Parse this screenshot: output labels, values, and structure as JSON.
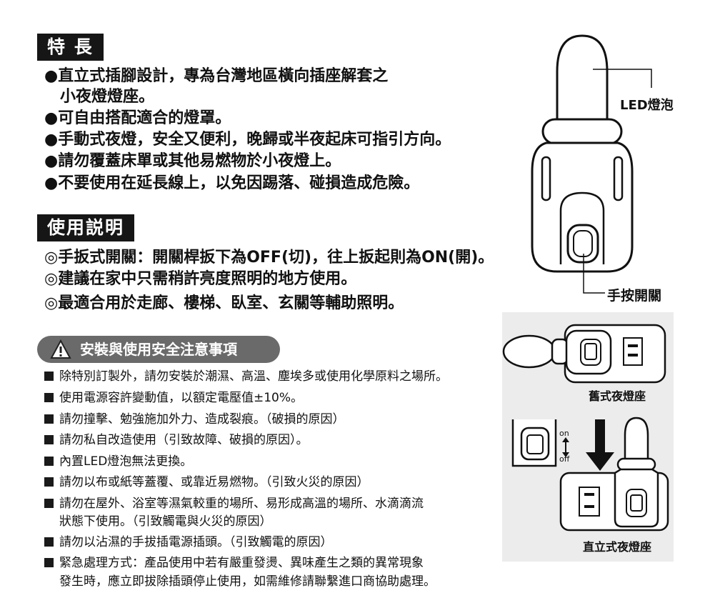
{
  "features": {
    "heading": "特 長",
    "items": [
      "●直立式插腳設計，專為台灣地區橫向插座解套之",
      "　小夜燈燈座。",
      "●可自由搭配適合的燈罩。",
      "●手動式夜燈，安全又便利，晚歸或半夜起床可指引方向。",
      "●請勿覆蓋床單或其他易燃物於小夜燈上。",
      "●不要使用在延長線上，以免因踢落、碰損造成危險。"
    ]
  },
  "usage": {
    "heading": "使用説明",
    "items": [
      "◎手扳式開關：開關桿扳下為OFF(切)，往上扳起則為ON(開)。",
      "◎建議在家中只需稍許亮度照明的地方使用。",
      "◎最適合用於走廊、樓梯、臥室、玄關等輔助照明。"
    ]
  },
  "safety": {
    "heading": "安裝與使用安全注意事項",
    "warning_icon": "warning-triangle-icon",
    "items": [
      "除特別訂製外，請勿安裝於潮濕、高溫、塵埃多或使用化學原料之場所。",
      "使用電源容許變動值，以額定電壓值±10%。",
      "請勿撞擊、勉強施加外力、造成裂痕。（破損的原因）",
      "請勿私自改造使用（引致故障、破損的原因）。",
      "內置LED燈泡無法更換。",
      "請勿以布或紙等蓋覆、或靠近易燃物。（引致火災的原因）",
      "請勿在屋外、浴室等濕氣較重的場所、易形成高溫的場所、水滴滴流",
      "狀態下使用。（引致觸電與火災的原因）",
      "請勿以沾濕的手拔插電源插頭。（引致觸電的原因）",
      "緊急處理方式：產品使用中若有嚴重發燙、異味產生之類的異常現象",
      "發生時，應立即拔除插頭停止使用，如需維修請聯繫進口商協助處理。"
    ]
  },
  "figure": {
    "led_label": "LED燈泡",
    "switch_label": "手按開關",
    "old_label": "舊式夜燈座",
    "new_label": "直立式夜燈座",
    "on_label": "on",
    "off_label": "off"
  }
}
